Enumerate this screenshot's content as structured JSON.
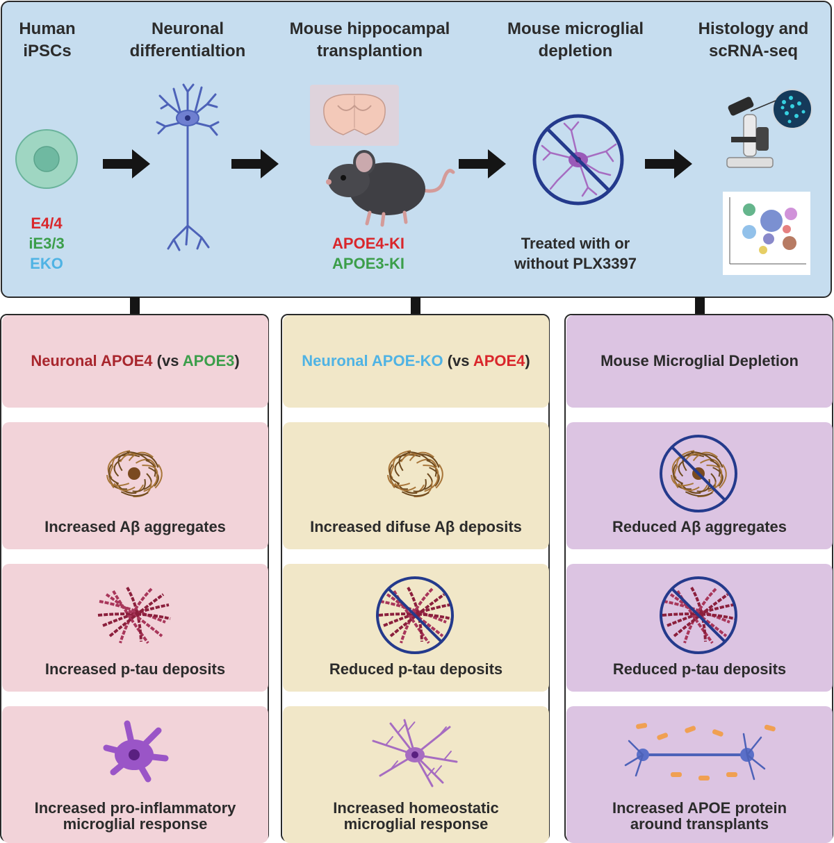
{
  "top_panel": {
    "steps": [
      {
        "title_line1": "Human",
        "title_line2": "iPSCs"
      },
      {
        "title_line1": "Neuronal",
        "title_line2": "differentialtion"
      },
      {
        "title_line1": "Mouse hippocampal",
        "title_line2": "transplantion"
      },
      {
        "title_line1": "Mouse microglial",
        "title_line2": "depletion"
      },
      {
        "title_line1": "Histology and",
        "title_line2": "scRNA-seq"
      }
    ],
    "genotypes": [
      {
        "text": "E4/4",
        "color": "#d9262b"
      },
      {
        "text": "iE3/3",
        "color": "#3b9e4a"
      },
      {
        "text": "EKO",
        "color": "#4fb3e4"
      }
    ],
    "mouse_models": [
      {
        "text": "APOE4-KI",
        "color": "#d9262b"
      },
      {
        "text": "APOE3-KI",
        "color": "#3b9e4a"
      }
    ],
    "treatment_line1": "Treated with or",
    "treatment_line2": "without PLX3397"
  },
  "columns": [
    {
      "bg_color": "#f2d3d9",
      "header_parts": [
        {
          "text": "Neuronal APOE4",
          "color": "#a8262d"
        },
        {
          "text": " (vs ",
          "color": "#2b2b2b"
        },
        {
          "text": "APOE3",
          "color": "#3b9e4a"
        },
        {
          "text": ")",
          "color": "#2b2b2b"
        }
      ],
      "results": [
        {
          "line1": "Increased Aβ aggregates",
          "line2": "",
          "icon": "amyloid-plaque-icon"
        },
        {
          "line1": "Increased p-tau deposits",
          "line2": "",
          "icon": "tau-tangle-icon"
        },
        {
          "line1": "Increased pro-inflammatory",
          "line2": "microglial response",
          "icon": "activated-microglia-icon"
        }
      ]
    },
    {
      "bg_color": "#f1e7c8",
      "header_parts": [
        {
          "text": "Neuronal APOE-KO",
          "color": "#4fb3e4"
        },
        {
          "text": " (vs ",
          "color": "#2b2b2b"
        },
        {
          "text": "APOE4",
          "color": "#d9262b"
        },
        {
          "text": ")",
          "color": "#2b2b2b"
        }
      ],
      "results": [
        {
          "line1": "Increased difuse Aβ deposits",
          "line2": "",
          "icon": "diffuse-amyloid-icon"
        },
        {
          "line1": "Reduced p-tau deposits",
          "line2": "",
          "icon": "no-tau-icon"
        },
        {
          "line1": "Increased homeostatic",
          "line2": "microglial response",
          "icon": "homeostatic-microglia-icon"
        }
      ]
    },
    {
      "bg_color": "#dcc4e2",
      "header_parts": [
        {
          "text": "Mouse Microglial Depletion",
          "color": "#2b2b2b"
        }
      ],
      "results": [
        {
          "line1": "Reduced Aβ aggregates",
          "line2": "",
          "icon": "no-amyloid-icon"
        },
        {
          "line1": "Reduced p-tau deposits",
          "line2": "",
          "icon": "no-tau-icon"
        },
        {
          "line1": "Increased APOE protein",
          "line2": "around transplants",
          "icon": "neuron-apoe-icon"
        }
      ]
    }
  ]
}
